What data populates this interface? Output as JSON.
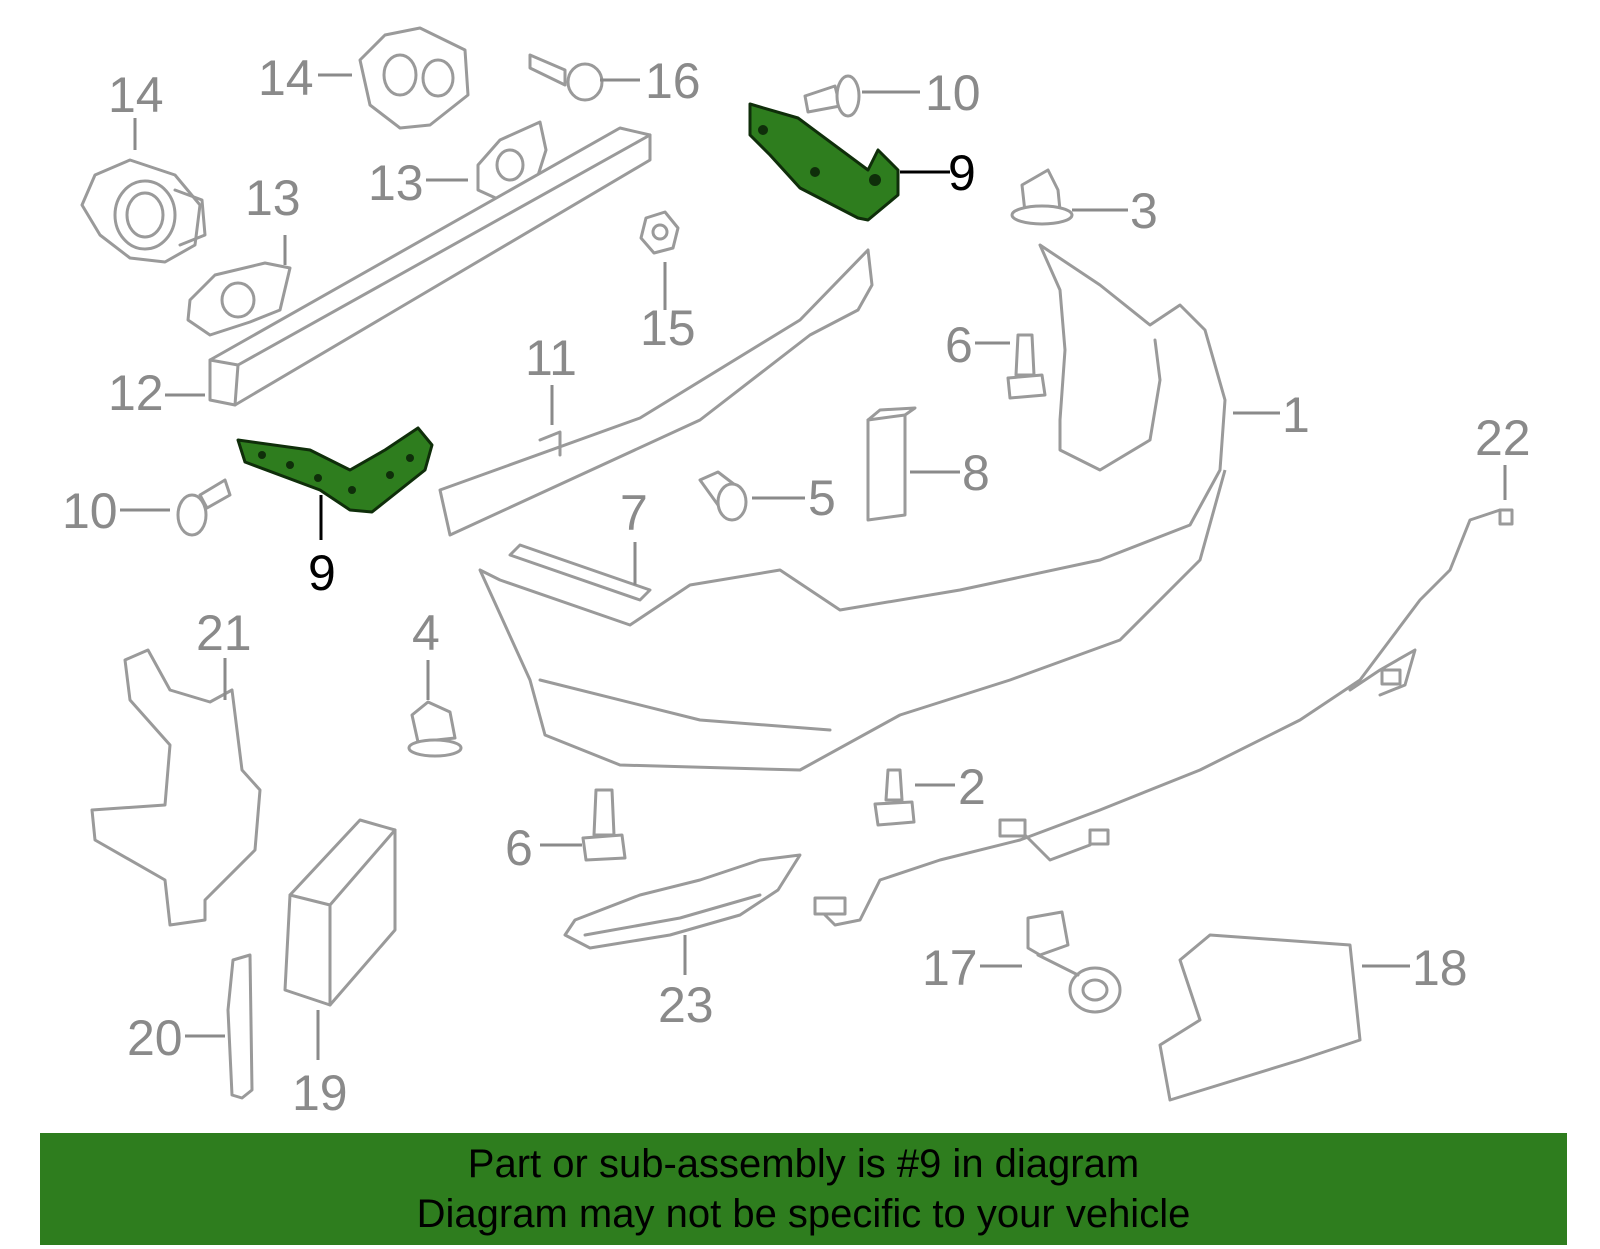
{
  "highlight_color": "#2e7d1e",
  "line_color": "#9a9a9a",
  "callouts": [
    {
      "id": "c14a",
      "label": "14"
    },
    {
      "id": "c14b",
      "label": "14"
    },
    {
      "id": "c16",
      "label": "16"
    },
    {
      "id": "c10a",
      "label": "10"
    },
    {
      "id": "c9a",
      "label": "9",
      "highlighted": true
    },
    {
      "id": "c13a",
      "label": "13"
    },
    {
      "id": "c13b",
      "label": "13"
    },
    {
      "id": "c3",
      "label": "3"
    },
    {
      "id": "c15",
      "label": "15"
    },
    {
      "id": "c6a",
      "label": "6"
    },
    {
      "id": "c12",
      "label": "12"
    },
    {
      "id": "c11",
      "label": "11"
    },
    {
      "id": "c1",
      "label": "1"
    },
    {
      "id": "c22",
      "label": "22"
    },
    {
      "id": "c8",
      "label": "8"
    },
    {
      "id": "c5",
      "label": "5"
    },
    {
      "id": "c10b",
      "label": "10"
    },
    {
      "id": "c9b",
      "label": "9",
      "highlighted": true
    },
    {
      "id": "c7",
      "label": "7"
    },
    {
      "id": "c21",
      "label": "21"
    },
    {
      "id": "c4",
      "label": "4"
    },
    {
      "id": "c2",
      "label": "2"
    },
    {
      "id": "c6b",
      "label": "6"
    },
    {
      "id": "c17",
      "label": "17"
    },
    {
      "id": "c18",
      "label": "18"
    },
    {
      "id": "c23",
      "label": "23"
    },
    {
      "id": "c20",
      "label": "20"
    },
    {
      "id": "c19",
      "label": "19"
    }
  ],
  "banner": {
    "line1": "Part or sub-assembly is #9 in diagram",
    "line2": "Diagram may not be specific to your vehicle"
  }
}
